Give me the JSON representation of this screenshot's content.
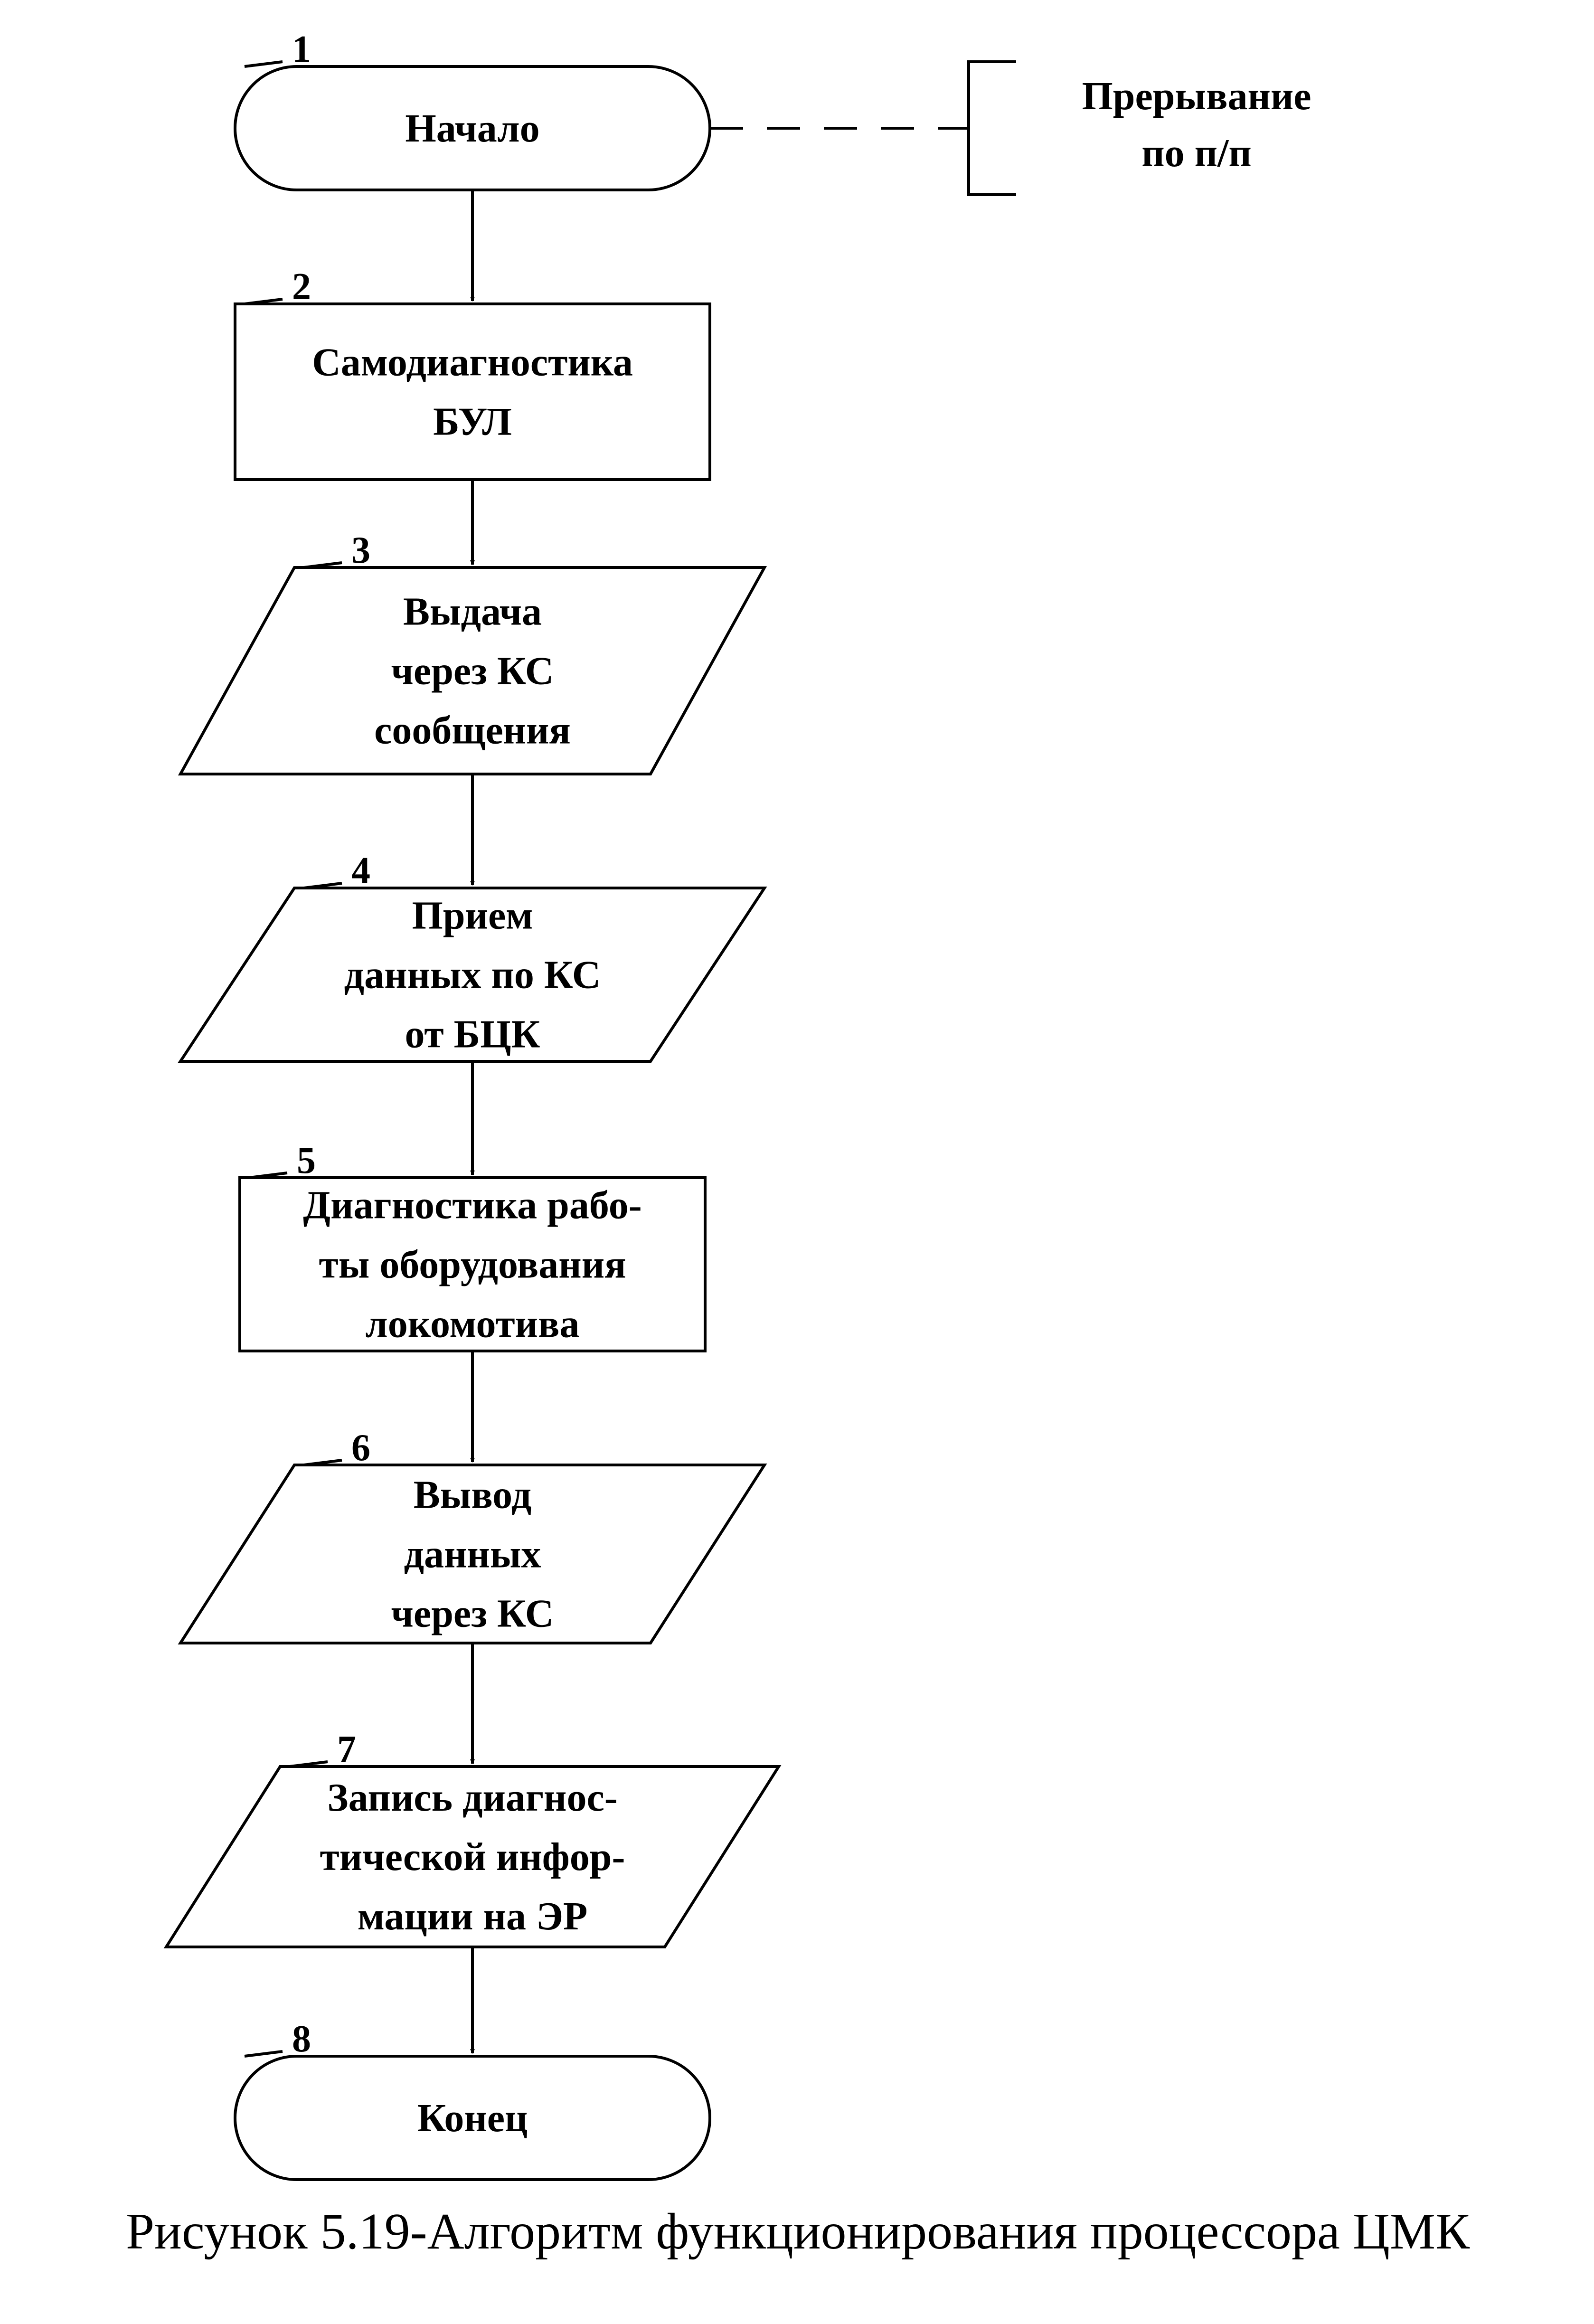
{
  "diagram": {
    "nodes": [
      {
        "id": "1",
        "shape": "terminal",
        "number": "1",
        "lines": [
          "Начало"
        ]
      },
      {
        "id": "2",
        "shape": "process",
        "number": "2",
        "lines": [
          "Самодиагностика",
          "БУЛ"
        ]
      },
      {
        "id": "3",
        "shape": "io",
        "number": "3",
        "lines": [
          "Выдача",
          "через КС",
          "сообщения"
        ]
      },
      {
        "id": "4",
        "shape": "io",
        "number": "4",
        "lines": [
          "Прием",
          "данных по КС",
          "от БЦК"
        ]
      },
      {
        "id": "5",
        "shape": "process",
        "number": "5",
        "lines": [
          "Диагностика рабо-",
          "ты оборудования",
          "локомотива"
        ]
      },
      {
        "id": "6",
        "shape": "io",
        "number": "6",
        "lines": [
          "Вывод",
          "данных",
          "через КС"
        ]
      },
      {
        "id": "7",
        "shape": "io",
        "number": "7",
        "lines": [
          "Запись диагнос-",
          "тической инфор-",
          "мации на ЭР"
        ]
      },
      {
        "id": "8",
        "shape": "terminal",
        "number": "8",
        "lines": [
          "Конец"
        ]
      }
    ],
    "edges": [
      {
        "from": "1",
        "to": "2"
      },
      {
        "from": "2",
        "to": "3"
      },
      {
        "from": "3",
        "to": "4"
      },
      {
        "from": "4",
        "to": "5"
      },
      {
        "from": "5",
        "to": "6"
      },
      {
        "from": "6",
        "to": "7"
      },
      {
        "from": "7",
        "to": "8"
      }
    ],
    "annotation": {
      "attached_to": "1",
      "lines": [
        "Прерывание",
        "по п/п"
      ]
    }
  },
  "caption": "Рисунок 5.19-Алгоритм  функционирования процессора ЦМК"
}
